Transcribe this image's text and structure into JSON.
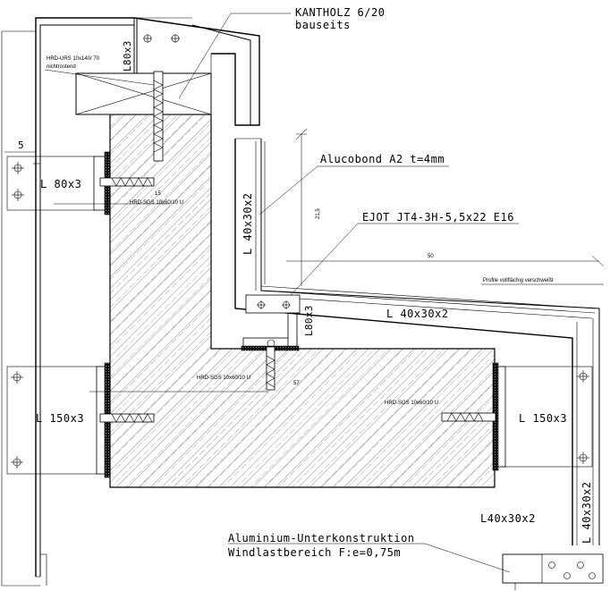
{
  "labels": {
    "kantholz": "KANTHOLZ 6/20",
    "bauseits": "bauseits",
    "hrd_urs": "HRD-URS 10x140/ 70",
    "nichtrostend": "nichtrostend",
    "l80x3_top": "L80x3",
    "num5": "5",
    "l80x3_left": "L 80x3",
    "hrd_sgs_1": "HRD-SGS 10x60/10 U",
    "num15": "15",
    "alucobond": "Alucobond A2 t=4mm",
    "ejot": "EJOT JT4-3H-5,5x22 E16",
    "l40x30x2_vert": "L 40x30x2",
    "dim_21": "21,5",
    "dim_50": "50",
    "profile_note": "Profile vollflächig verschweißt",
    "l40x30x2_horiz": "L 40x30x2",
    "l80x3_mid": "L80x3",
    "hrd_sgs_2": "HRD-SGS 10x60/10 U",
    "num57": "57",
    "hrd_sgs_3": "HRD-SGS 10x60/10 U",
    "l150x3_left": "L 150x3",
    "l150x3_right": "L 150x3",
    "l40x30x2_bottom": "L40x30x2",
    "l40x30x2_right": "L 40x30x2",
    "alu_unterkonstruktion": "Aluminium-Unterkonstruktion",
    "windlast": "Windlastbereich F:e=0,75m"
  },
  "colors": {
    "ink": "#000000",
    "background": "#ffffff",
    "hatch": "#000000"
  }
}
